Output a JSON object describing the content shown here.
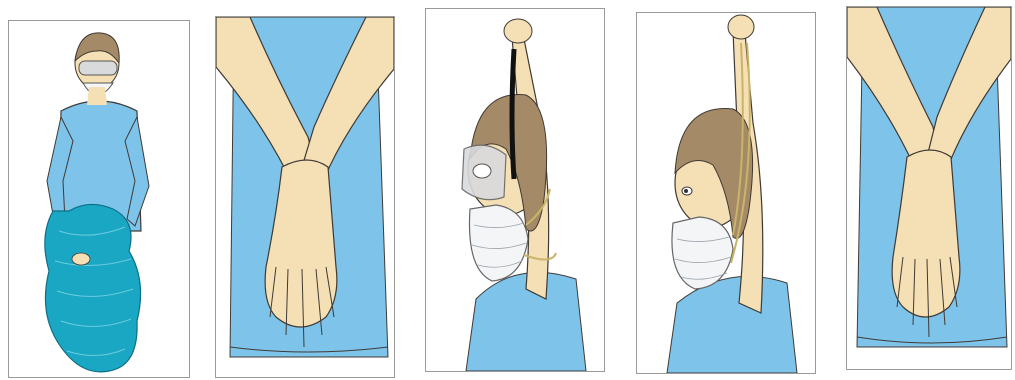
{
  "panels": [
    {
      "step": "remove-gown-and-gloves"
    },
    {
      "step": "hand-hygiene"
    },
    {
      "step": "remove-goggles"
    },
    {
      "step": "remove-respirator"
    },
    {
      "step": "hand-hygiene"
    }
  ],
  "colors": {
    "scrubs": "#7ec3ea",
    "skin": "#f5dfb4",
    "hair": "#a58a67",
    "outline": "#3f3a35",
    "gown": "#1aa7c3",
    "mask": "#f3f5f7",
    "strap": "#c9b46a",
    "goggles": "#c9c9cc"
  }
}
